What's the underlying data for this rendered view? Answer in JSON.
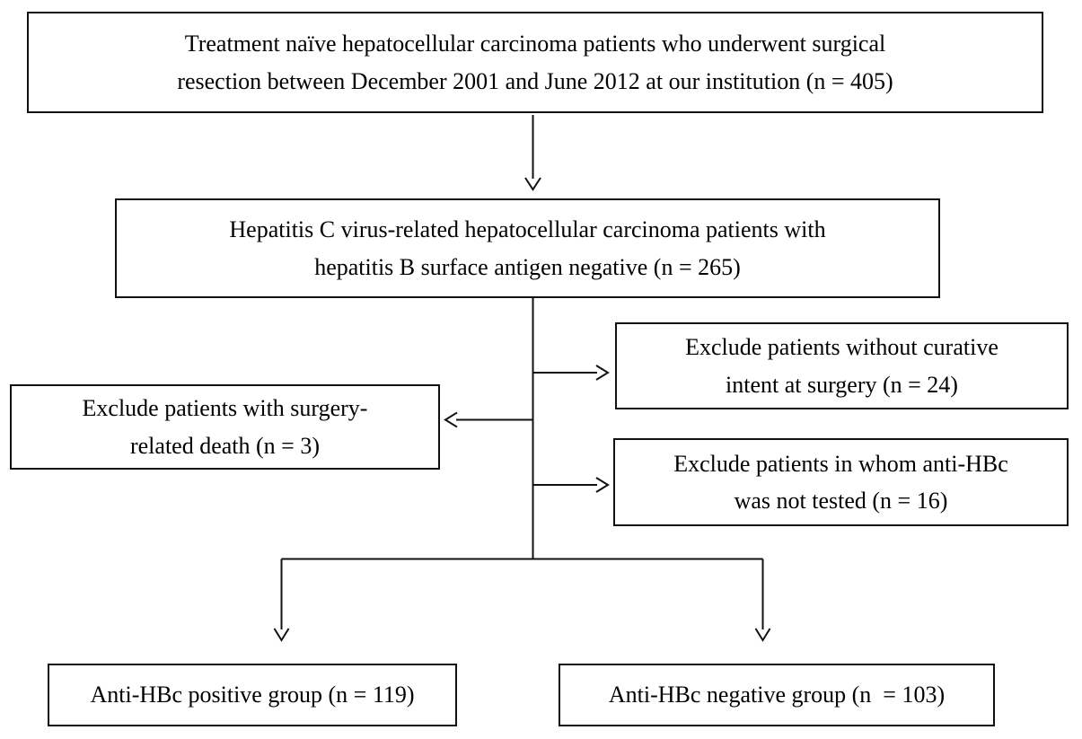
{
  "figure": {
    "type": "flowchart",
    "background_color": "#ffffff",
    "ink_color": "#111111",
    "nodes": {
      "enrollment": {
        "text": "Treatment naïve hepatocellular carcinoma patients who underwent surgical\nresection between December 2001 and June 2012 at our institution (n = 405)",
        "n": 405
      },
      "hcv": {
        "text": "Hepatitis C virus-related hepatocellular carcinoma patients with\nhepatitis B surface antigen negative (n = 265)",
        "n": 265
      },
      "exclude_curative": {
        "text": "Exclude patients without curative\nintent at surgery (n = 24)",
        "n": 24
      },
      "exclude_death": {
        "text": "Exclude patients with surgery-\nrelated death (n = 3)",
        "n": 3
      },
      "exclude_untested": {
        "text": "Exclude patients in whom anti-HBc\nwas not tested (n = 16)",
        "n": 16
      },
      "positive_group": {
        "text": "Anti-HBc positive group (n = 119)",
        "n": 119
      },
      "negative_group": {
        "text": "Anti-HBc negative group (n  = 103)",
        "n": 103
      }
    }
  }
}
